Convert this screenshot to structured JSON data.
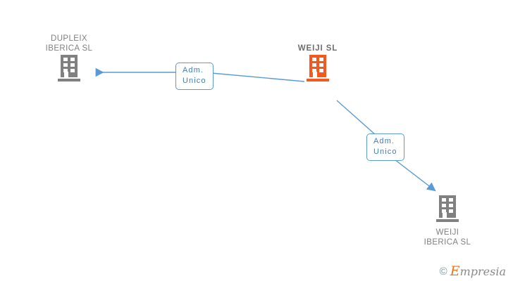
{
  "background_color": "#ffffff",
  "colors": {
    "edge": "#5b9bd5",
    "label_border": "#5b9bd5",
    "label_text": "#3d7ebf",
    "node_gray": "#808080",
    "node_highlight": "#f4581e",
    "text_gray": "#808080",
    "watermark_orange": "#e8741e",
    "watermark_gray": "#8a8a8a"
  },
  "graph": {
    "nodes": [
      {
        "id": "dupleix-iberica-sl",
        "label": "DUPLEIX\nIBERICA SL",
        "icon": "building-icon",
        "icon_color": "#808080",
        "highlight": false,
        "label_position": "above"
      },
      {
        "id": "weiji-sl",
        "label": "WEIJI  SL",
        "icon": "building-icon",
        "icon_color": "#f4581e",
        "highlight": true,
        "label_position": "above"
      },
      {
        "id": "weiji-iberica-sl",
        "label": "WEIJI\nIBERICA  SL",
        "icon": "building-icon",
        "icon_color": "#808080",
        "highlight": false,
        "label_position": "below"
      }
    ],
    "edges": [
      {
        "id": "edge-weiji-to-dupleix",
        "from": "weiji-sl",
        "to": "dupleix-iberica-sl",
        "label": "Adm.\nUnico",
        "direction": "left"
      },
      {
        "id": "edge-weiji-to-weiji-iberica",
        "from": "weiji-sl",
        "to": "weiji-iberica-sl",
        "label": "Adm.\nUnico",
        "direction": "down-right"
      }
    ]
  },
  "watermark": {
    "copyright": "©",
    "brand_initial": "E",
    "brand_rest": "mpresia"
  }
}
